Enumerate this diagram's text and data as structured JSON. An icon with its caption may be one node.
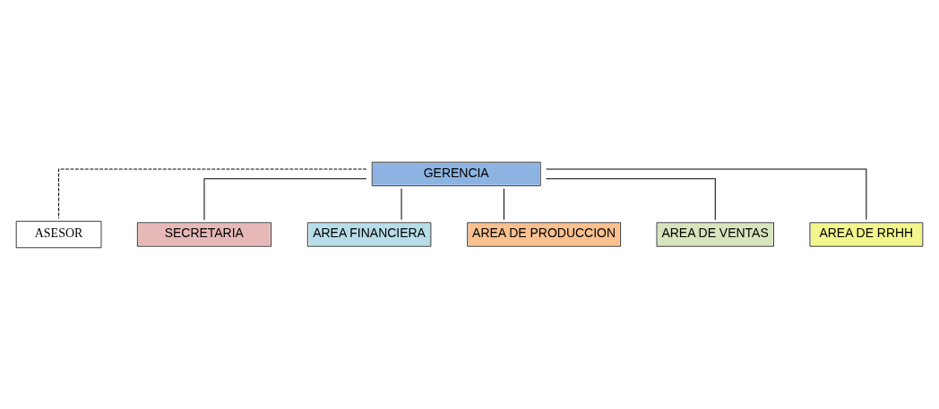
{
  "diagram": {
    "nodes": [
      {
        "text": [
          "GERENCIA"
        ]
      },
      {
        "text": [
          "ASESOR"
        ]
      },
      {
        "text": [
          "SECRETARIA"
        ]
      },
      {
        "text": [
          "AREA FINANCIERA"
        ]
      },
      {
        "text": [
          "AREA DE PRODUCCION"
        ]
      },
      {
        "text": [
          "AREA DE VENTAS"
        ]
      },
      {
        "text": [
          "AREA DE RRHH"
        ]
      }
    ],
    "edges": [
      {
        "from": 0,
        "to": 1,
        "arrow": "none",
        "style": "dashed"
      },
      {
        "from": 0,
        "to": 2,
        "arrow": "none"
      },
      {
        "from": 0,
        "to": 3,
        "arrow": "none"
      },
      {
        "from": 0,
        "to": 4,
        "arrow": "none"
      },
      {
        "from": 0,
        "to": 5,
        "arrow": "none"
      },
      {
        "from": 0,
        "to": 6,
        "arrow": "none"
      }
    ]
  }
}
